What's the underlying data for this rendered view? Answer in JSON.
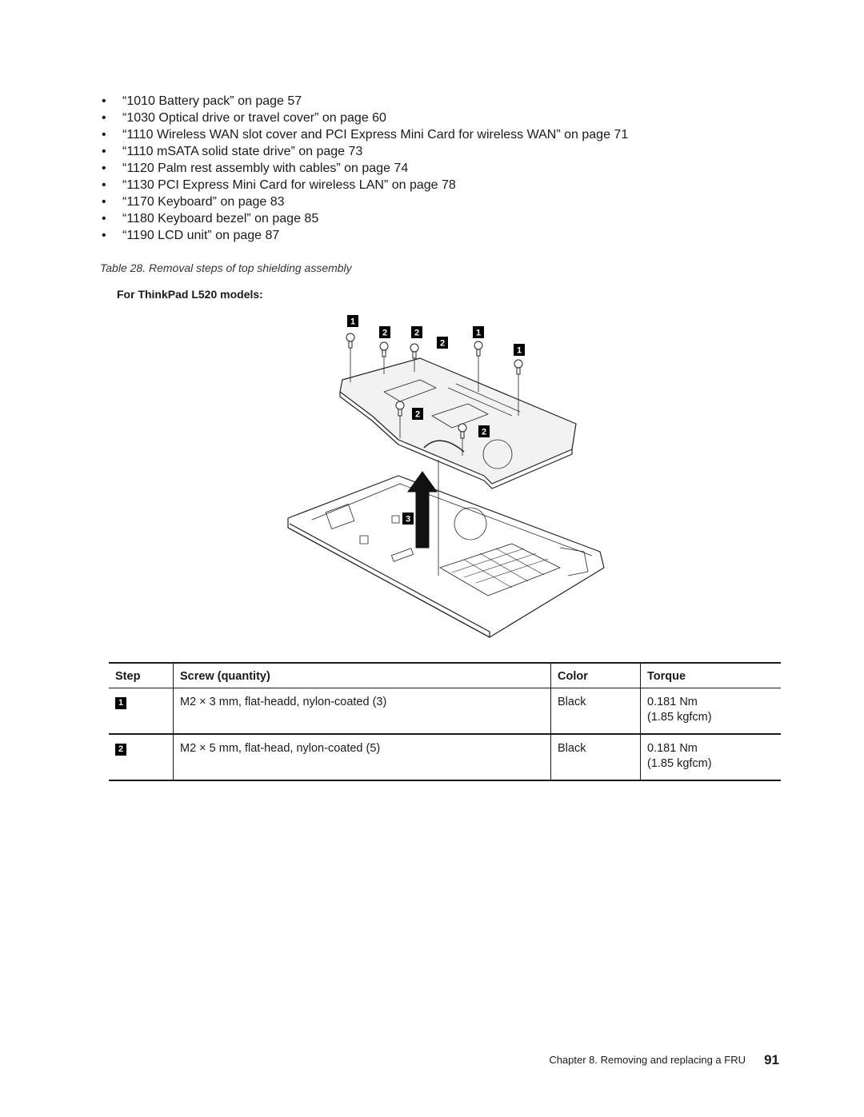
{
  "references": [
    "“1010 Battery pack” on page 57",
    "“1030 Optical drive or travel cover” on page 60",
    "“1110 Wireless WAN slot cover and PCI Express Mini Card for wireless WAN” on page 71",
    "“1110 mSATA solid state drive” on page 73",
    "“1120 Palm rest assembly with cables” on page 74",
    "“1130 PCI Express Mini Card for wireless LAN” on page 78",
    "“1170 Keyboard” on page 83",
    "“1180 Keyboard bezel” on page 85",
    "“1190 LCD unit” on page 87"
  ],
  "bullet": "•",
  "table_caption": "Table 28. Removal steps of top shielding assembly",
  "models_label": "For ThinkPad L520 models:",
  "figure_callouts": [
    "1",
    "2",
    "2",
    "1",
    "2",
    "1",
    "2",
    "2",
    "3"
  ],
  "screw_table": {
    "headers": [
      "Step",
      "Screw (quantity)",
      "Color",
      "Torque"
    ],
    "rows": [
      {
        "step": "1",
        "screw": "M2 × 3 mm, flat-headd, nylon-coated (3)",
        "color": "Black",
        "torque": "0.181 Nm",
        "torque_alt": "(1.85 kgfcm)"
      },
      {
        "step": "2",
        "screw": "M2 × 5 mm, flat-head, nylon-coated (5)",
        "color": "Black",
        "torque": "0.181 Nm",
        "torque_alt": "(1.85 kgfcm)"
      }
    ]
  },
  "footer": {
    "chapter": "Chapter 8. Removing and replacing a FRU",
    "page": "91"
  }
}
